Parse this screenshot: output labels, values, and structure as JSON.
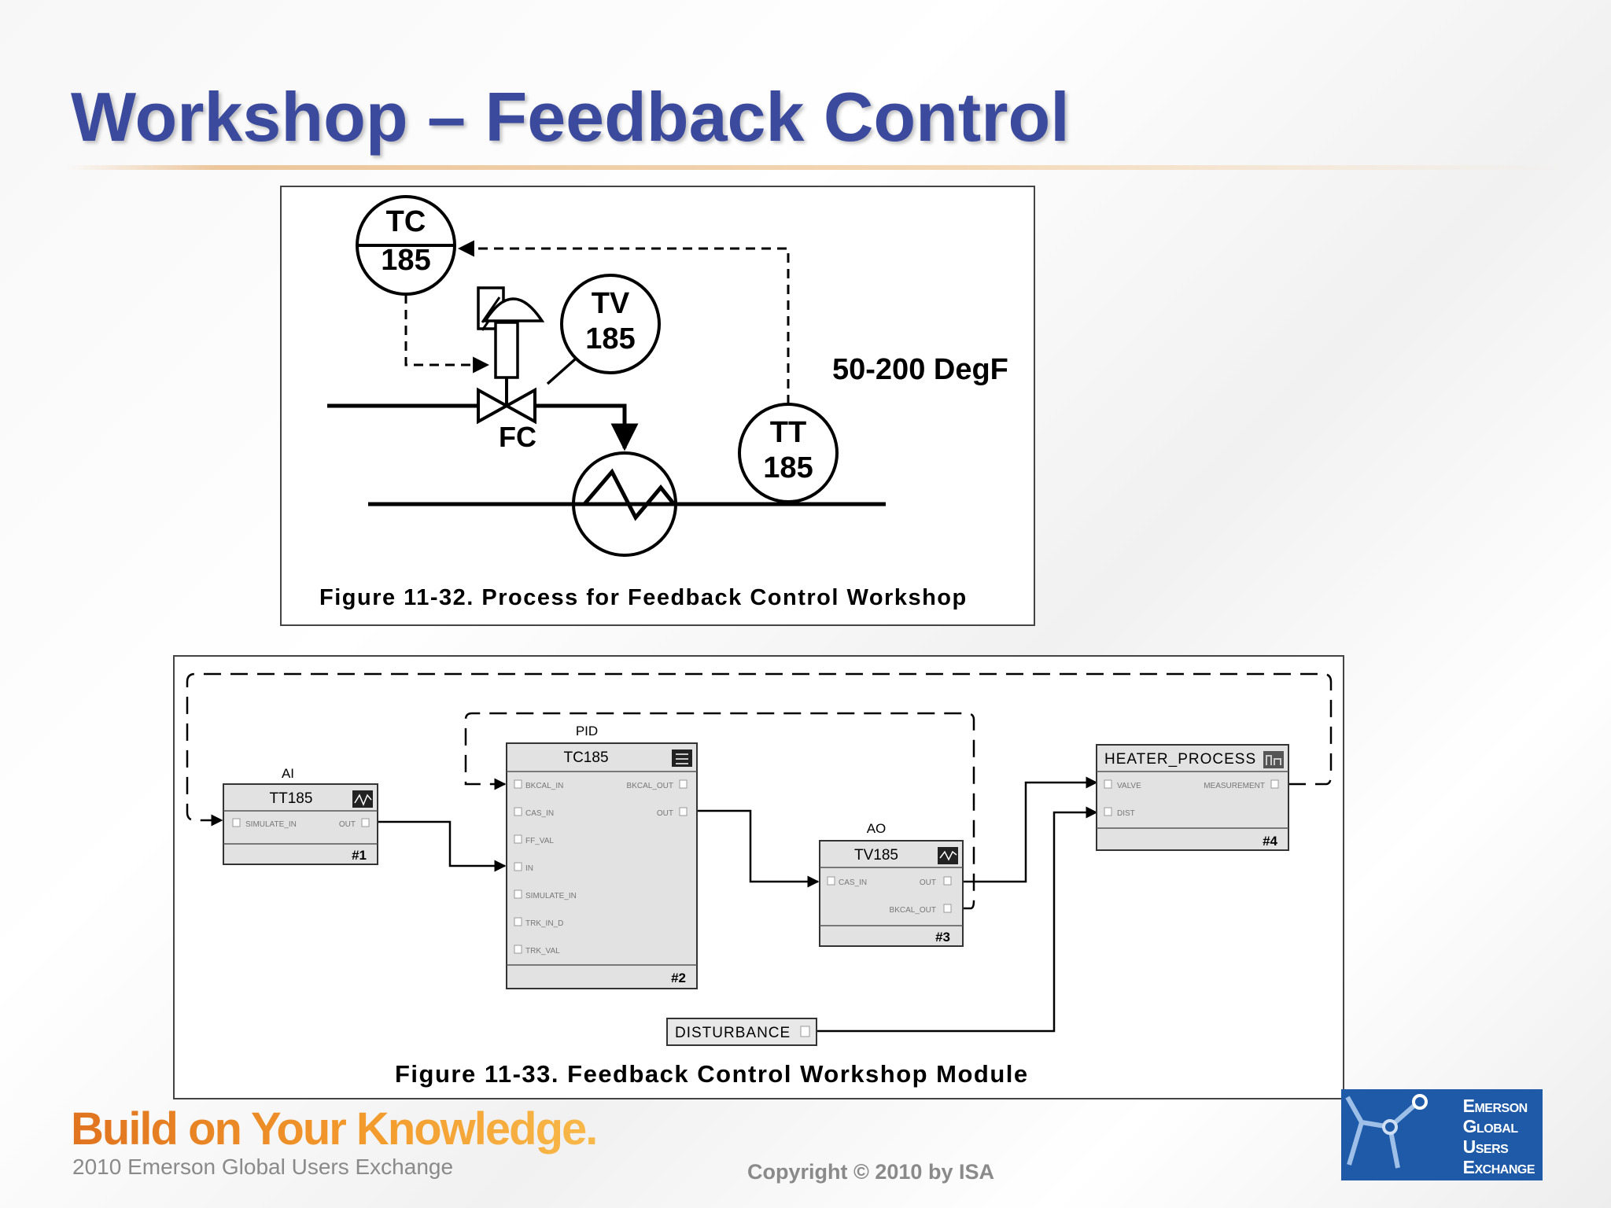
{
  "slide": {
    "title": "Workshop – Feedback Control",
    "copyright": "Copyright © 2010 by ISA"
  },
  "brand": {
    "tagline": "Build on Your Knowledge.",
    "event": "2010 Emerson Global Users Exchange",
    "logo_lines": [
      "Emerson",
      "Global",
      "Users",
      "Exchange"
    ]
  },
  "figure1": {
    "caption": "Figure 11-32. Process for Feedback Control Workshop",
    "tc_tag": "TC",
    "tc_num": "185",
    "tv_tag": "TV",
    "tv_num": "185",
    "tt_tag": "TT",
    "tt_num": "185",
    "fail_action": "FC",
    "range": "50-200 DegF"
  },
  "figure2": {
    "caption": "Figure 11-33. Feedback Control Workshop Module",
    "ai": {
      "type": "AI",
      "name": "TT185",
      "number": "#1",
      "in_ports": [
        "SIMULATE_IN"
      ],
      "out_ports": [
        "OUT"
      ]
    },
    "pid": {
      "type": "PID",
      "name": "TC185",
      "number": "#2",
      "in_ports": [
        "BKCAL_IN",
        "CAS_IN",
        "FF_VAL",
        "IN",
        "SIMULATE_IN",
        "TRK_IN_D",
        "TRK_VAL"
      ],
      "out_ports": [
        "BKCAL_OUT",
        "OUT"
      ]
    },
    "ao": {
      "type": "AO",
      "name": "TV185",
      "number": "#3",
      "in_ports": [
        "CAS_IN"
      ],
      "out_ports": [
        "OUT",
        "BKCAL_OUT"
      ]
    },
    "heater": {
      "name": "HEATER_PROCESS",
      "number": "#4",
      "in_ports": [
        "VALVE",
        "DIST"
      ],
      "out_ports": [
        "MEASUREMENT"
      ]
    },
    "disturbance": "DISTURBANCE"
  },
  "colors": {
    "title": "#3b4a9c",
    "tagline_orange": "#e8801f",
    "logo_blue": "#1e5aa8",
    "block_fill": "#e2e2e2"
  }
}
